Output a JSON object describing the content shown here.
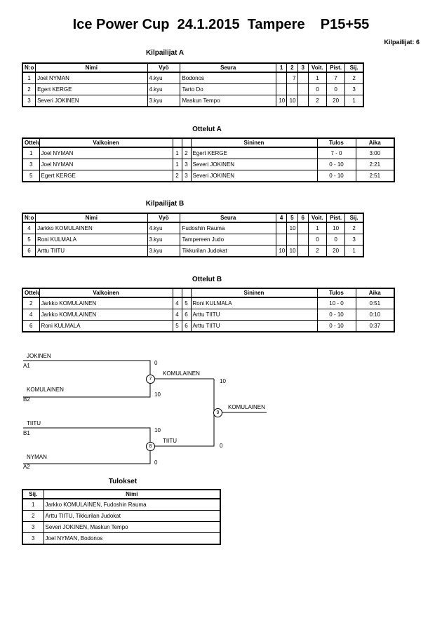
{
  "header": {
    "title": "Ice Power Cup  24.1.2015  Tampere    P15+55",
    "count": "Kilpailijat: 6"
  },
  "pool_a": {
    "title": "Kilpailijat A",
    "headers": [
      "N:o",
      "Nimi",
      "Vyö",
      "Seura",
      "1",
      "2",
      "3",
      "Voit.",
      "Pist.",
      "Sij."
    ],
    "rows": [
      [
        "1",
        "Joel NYMAN",
        "4.kyu",
        "Bodonos",
        "",
        "7",
        "",
        "1",
        "7",
        "2"
      ],
      [
        "2",
        "Egert KERGE",
        "4.kyu",
        "Tarto Do",
        "",
        "",
        "",
        "0",
        "0",
        "3"
      ],
      [
        "3",
        "Severi JOKINEN",
        "3.kyu",
        "Maskun Tempo",
        "10",
        "10",
        "",
        "2",
        "20",
        "1"
      ]
    ]
  },
  "matches_a": {
    "title": "Ottelut A",
    "headers": [
      "Ottelu",
      "Valkoinen",
      "",
      "",
      "Sininen",
      "Tulos",
      "Aika"
    ],
    "rows": [
      [
        "1",
        "Joel NYMAN",
        "1",
        "2",
        "Egert KERGE",
        "7 - 0",
        "3:00"
      ],
      [
        "3",
        "Joel NYMAN",
        "1",
        "3",
        "Severi JOKINEN",
        "0 - 10",
        "2:21"
      ],
      [
        "5",
        "Egert KERGE",
        "2",
        "3",
        "Severi JOKINEN",
        "0 - 10",
        "2:51"
      ]
    ]
  },
  "pool_b": {
    "title": "Kilpailijat B",
    "headers": [
      "N:o",
      "Nimi",
      "Vyö",
      "Seura",
      "4",
      "5",
      "6",
      "Voit.",
      "Pist.",
      "Sij."
    ],
    "rows": [
      [
        "4",
        "Jarkko KOMULAINEN",
        "4.kyu",
        "Fudoshin Rauma",
        "",
        "10",
        "",
        "1",
        "10",
        "2"
      ],
      [
        "5",
        "Roni KULMALA",
        "3.kyu",
        "Tampereen Judo",
        "",
        "",
        "",
        "0",
        "0",
        "3"
      ],
      [
        "6",
        "Arttu TIITU",
        "3.kyu",
        "Tikkurilan Judokat",
        "10",
        "10",
        "",
        "2",
        "20",
        "1"
      ]
    ]
  },
  "matches_b": {
    "title": "Ottelut B",
    "headers": [
      "Ottelu",
      "Valkoinen",
      "",
      "",
      "Sininen",
      "Tulos",
      "Aika"
    ],
    "rows": [
      [
        "2",
        "Jarkko KOMULAINEN",
        "4",
        "5",
        "Roni KULMALA",
        "10 - 0",
        "0:51"
      ],
      [
        "4",
        "Jarkko KOMULAINEN",
        "4",
        "6",
        "Arttu TIITU",
        "0 - 10",
        "0:10"
      ],
      [
        "6",
        "Roni KULMALA",
        "5",
        "6",
        "Arttu TIITU",
        "0 - 10",
        "0:37"
      ]
    ]
  },
  "bracket": {
    "slot1_name": "JOKINEN",
    "slot1_seed": "A1",
    "slot1_score": "0",
    "slot2_name": "KOMULAINEN",
    "slot2_seed": "B2",
    "slot2_score": "10",
    "slot3_name": "TIITU",
    "slot3_seed": "B1",
    "slot3_score": "10",
    "slot4_name": "NYMAN",
    "slot4_seed": "A2",
    "slot4_score": "0",
    "m7_num": "7",
    "m7_winner": "KOMULAINEN",
    "m7_score": "10",
    "m8_num": "8",
    "m8_winner": "TIITU",
    "m8_score": "0",
    "m9_num": "9",
    "final_winner": "KOMULAINEN"
  },
  "results": {
    "title": "Tulokset",
    "headers": [
      "Sij.",
      "Nimi"
    ],
    "rows": [
      [
        "1",
        "Jarkko KOMULAINEN, Fudoshin Rauma"
      ],
      [
        "2",
        "Arttu TIITU, Tikkurilan Judokat"
      ],
      [
        "3",
        "Severi JOKINEN, Maskun Tempo"
      ],
      [
        "3",
        "Joel NYMAN, Bodonos"
      ]
    ]
  }
}
